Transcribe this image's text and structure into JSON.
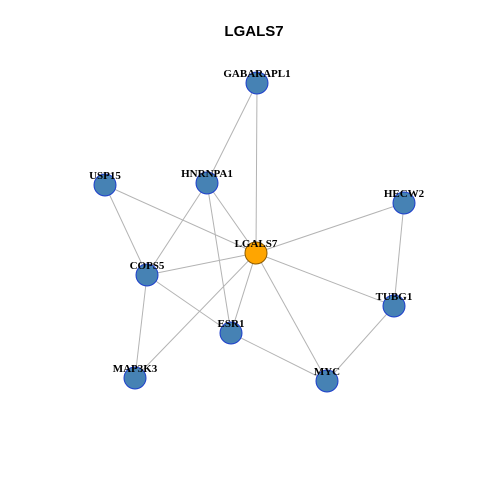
{
  "title": "LGALS7",
  "colors": {
    "hub_fill": "#FFA500",
    "hub_stroke": "#8B5A00",
    "node_fill": "#4682B4",
    "node_stroke": "#1E3FCC",
    "edge": "#B3B3B3"
  },
  "nodes": [
    {
      "id": "LGALS7",
      "label": "LGALS7",
      "hub": true
    },
    {
      "id": "GABARAPL1",
      "label": "GABARAPL1"
    },
    {
      "id": "HNRNPA1",
      "label": "HNRNPA1"
    },
    {
      "id": "USP15",
      "label": "USP15"
    },
    {
      "id": "HECW2",
      "label": "HECW2"
    },
    {
      "id": "COPS5",
      "label": "COPS5"
    },
    {
      "id": "TUBG1",
      "label": "TUBG1"
    },
    {
      "id": "ESR1",
      "label": "ESR1"
    },
    {
      "id": "MAP3K3",
      "label": "MAP3K3"
    },
    {
      "id": "MYC",
      "label": "MYC"
    }
  ],
  "edges": [
    [
      "GABARAPL1",
      "HNRNPA1"
    ],
    [
      "GABARAPL1",
      "LGALS7"
    ],
    [
      "USP15",
      "LGALS7"
    ],
    [
      "USP15",
      "COPS5"
    ],
    [
      "HNRNPA1",
      "LGALS7"
    ],
    [
      "HNRNPA1",
      "COPS5"
    ],
    [
      "HNRNPA1",
      "ESR1"
    ],
    [
      "HECW2",
      "LGALS7"
    ],
    [
      "HECW2",
      "TUBG1"
    ],
    [
      "LGALS7",
      "COPS5"
    ],
    [
      "LGALS7",
      "ESR1"
    ],
    [
      "LGALS7",
      "TUBG1"
    ],
    [
      "LGALS7",
      "MYC"
    ],
    [
      "LGALS7",
      "MAP3K3"
    ],
    [
      "COPS5",
      "ESR1"
    ],
    [
      "COPS5",
      "MAP3K3"
    ],
    [
      "ESR1",
      "MYC"
    ],
    [
      "TUBG1",
      "MYC"
    ]
  ]
}
